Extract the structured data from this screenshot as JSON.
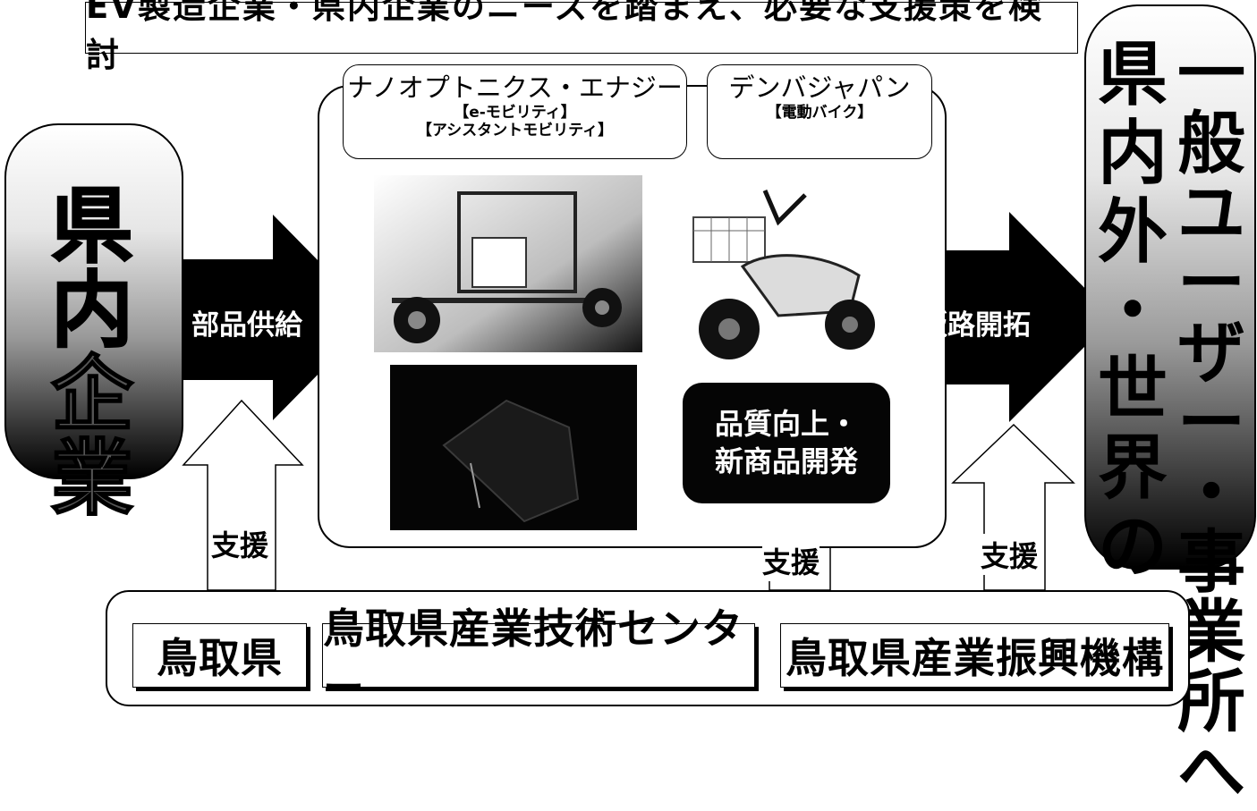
{
  "title": "EV製造企業・県内企業のニーズを踏まえ、必要な支援策を検討",
  "left_node": {
    "chars": [
      "県",
      "内",
      "企",
      "業"
    ]
  },
  "right_node": {
    "col1": [
      "県",
      "内",
      "外",
      "・",
      "世",
      "界",
      "の"
    ],
    "col2": [
      "一",
      "般",
      "ユ",
      "ー",
      "ザ",
      "ー",
      "・",
      "事",
      "業",
      "所",
      "へ"
    ]
  },
  "companies": {
    "nano": {
      "name": "ナノオプトニクス・エナジー",
      "products": [
        "【e-モビリティ】",
        "【アシスタントモビリティ】"
      ]
    },
    "denba": {
      "name": "デンバジャパン",
      "products": [
        "【電動バイク】"
      ]
    }
  },
  "quality_box": {
    "lines": [
      "品質向上・",
      "新商品開発"
    ]
  },
  "arrows": {
    "supply": "部品供給",
    "sales": "販路開拓"
  },
  "support_label": "支援",
  "orgs": [
    "鳥取県",
    "鳥取県産業技術センター",
    "鳥取県産業振興機構"
  ],
  "colors": {
    "fill_dark": "#000000",
    "background": "#ffffff"
  }
}
